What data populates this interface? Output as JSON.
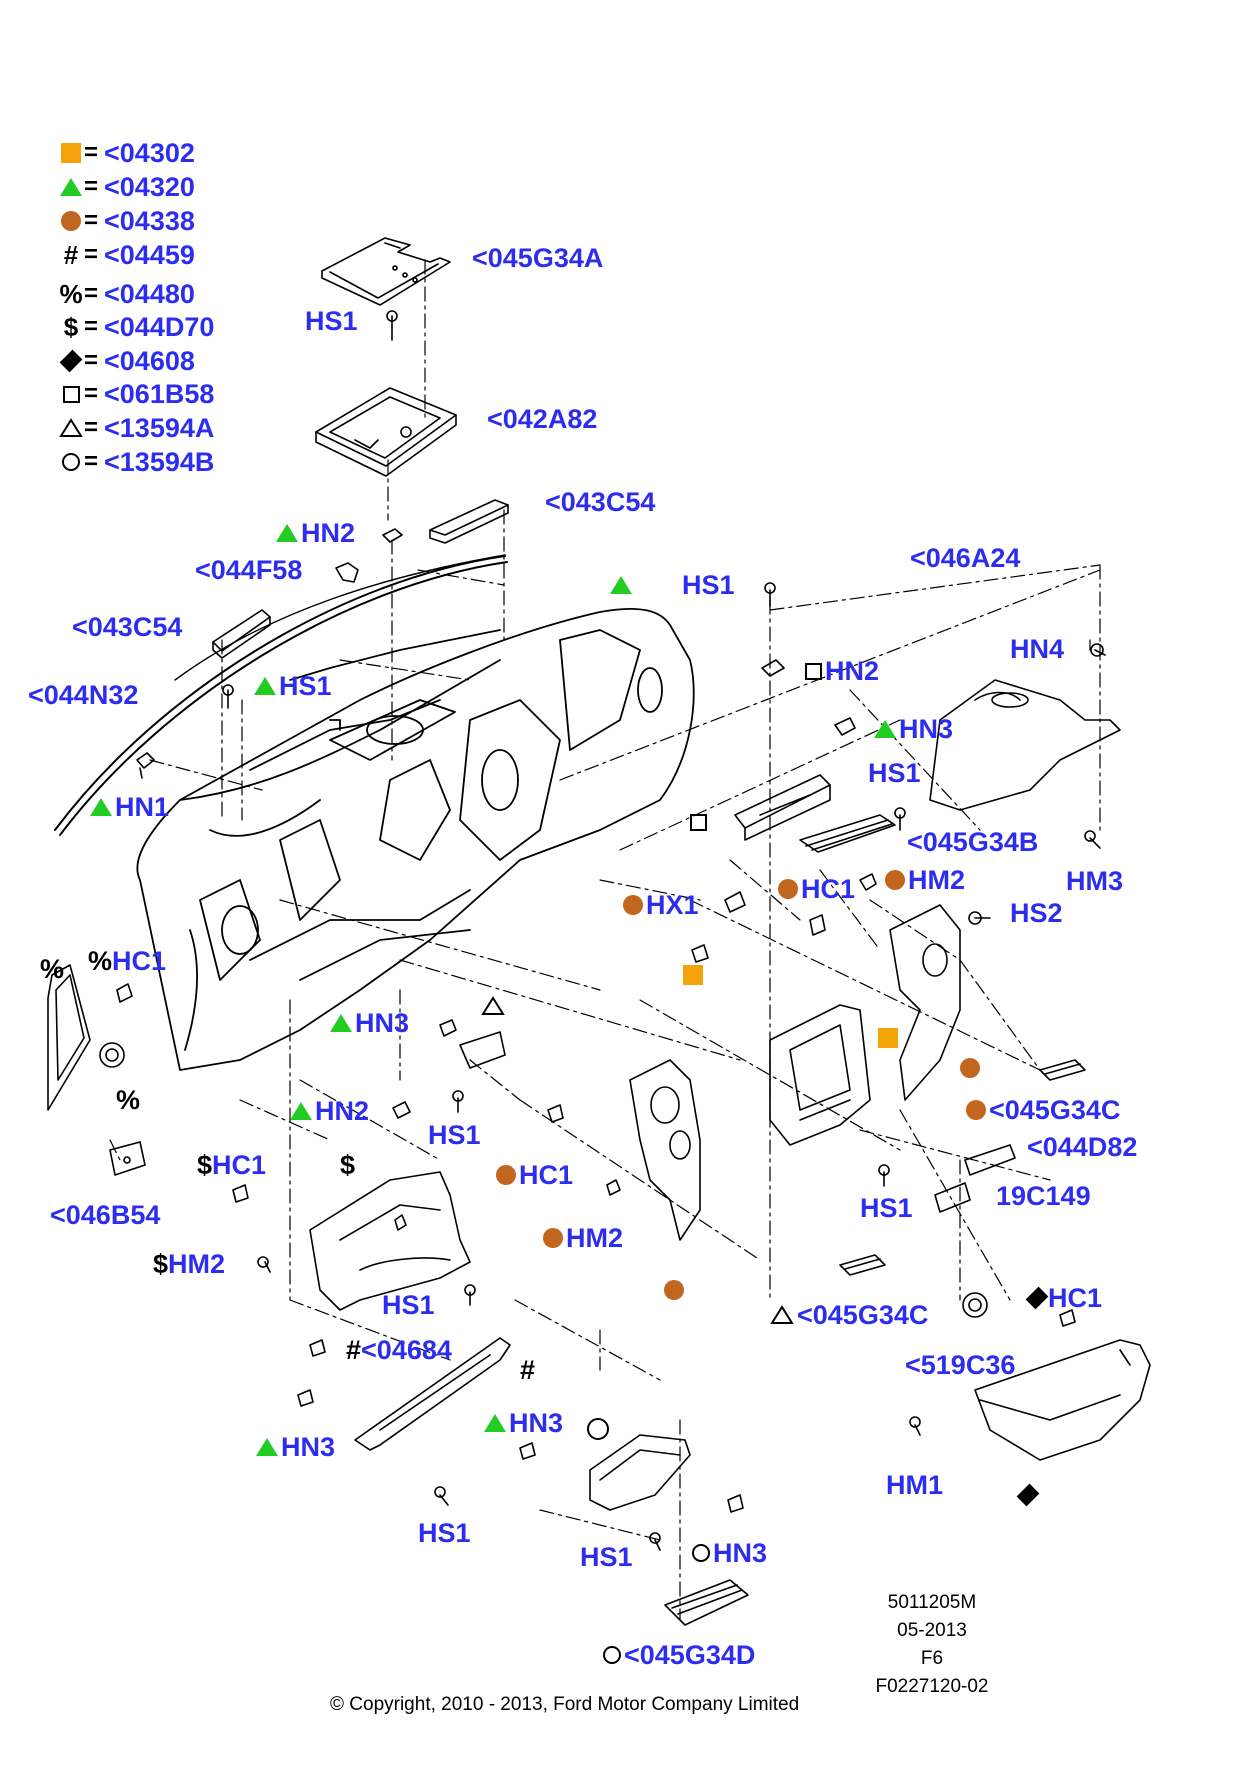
{
  "legend": [
    {
      "symbol": "orange-square",
      "label": "<04302"
    },
    {
      "symbol": "green-triangle",
      "label": "<04320"
    },
    {
      "symbol": "brown-circle",
      "label": "<04338"
    },
    {
      "symbol": "#",
      "label": "<04459"
    },
    {
      "symbol": "%",
      "label": "<04480"
    },
    {
      "symbol": "$",
      "label": "<044D70"
    },
    {
      "symbol": "diamond",
      "label": "<04608"
    },
    {
      "symbol": "open-square",
      "label": "<061B58"
    },
    {
      "symbol": "open-triangle",
      "label": "<13594A"
    },
    {
      "symbol": "open-circle",
      "label": "<13594B"
    }
  ],
  "legend_eq": "=",
  "parts": {
    "p045G34A": "<045G34A",
    "hs1_a": "HS1",
    "p042A82": "<042A82",
    "p043C54_top": "<043C54",
    "hn2_a": "HN2",
    "p044F58": "<044F58",
    "p043C54_left": "<043C54",
    "hs1_b": "HS1",
    "p044N32": "<044N32",
    "hn1": "HN1",
    "hs1_c": "HS1",
    "hn2_b": "HN2",
    "hn3_a": "HN3",
    "p046A24": "<046A24",
    "hn4": "HN4",
    "hs1_d": "HS1",
    "p045G34B": "<045G34B",
    "hm3": "HM3",
    "hx1": "HX1",
    "hc1_a": "HC1",
    "hm2_a": "HM2",
    "hs2": "HS2",
    "hc1_pct": "HC1",
    "pct1": "%",
    "pct2": "%",
    "hn3_b": "HN3",
    "p045G34C": "<045G34C",
    "p044D82": "<044D82",
    "hn2_c": "HN2",
    "hs1_e": "HS1",
    "hc1_b": "HC1",
    "hs1_f": "HS1",
    "p19C149": "19C149",
    "p046B54": "<046B54",
    "hc1_dollar": "HC1",
    "dollar": "$",
    "hm2_b": "HM2",
    "hm2_dollar": "HM2",
    "hs1_g": "HS1",
    "p045G34C_b": "<045G34C",
    "hc1_dia": "HC1",
    "p519C36": "<519C36",
    "p04684": "<04684",
    "hash": "#",
    "hn3_c": "HN3",
    "hn3_d": "HN3",
    "hm1": "HM1",
    "hs1_h": "HS1",
    "hs1_i": "HS1",
    "hn3_e": "HN3",
    "p045G34D": "<045G34D"
  },
  "footer": {
    "copyright": "© Copyright, 2010 - 2013, Ford Motor Company Limited",
    "ref1": "5011205M",
    "ref2": "05-2013",
    "ref3": "F6",
    "ref4": "F0227120-02"
  }
}
